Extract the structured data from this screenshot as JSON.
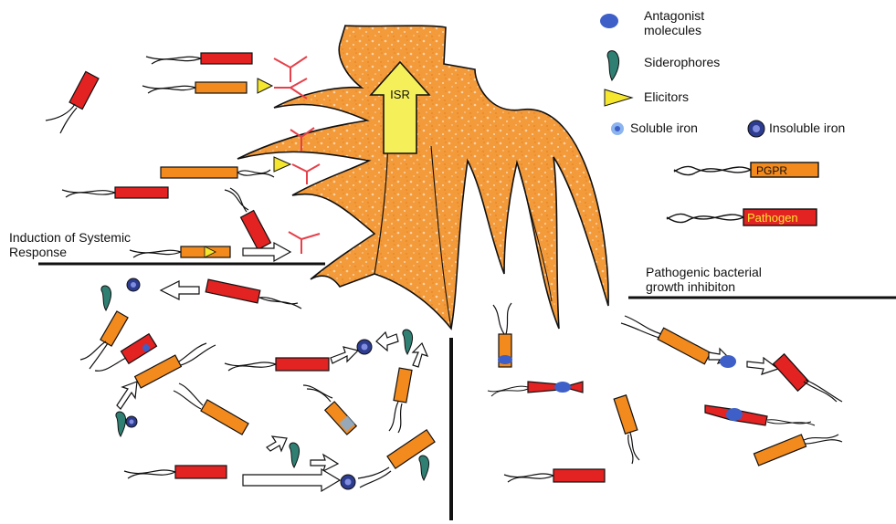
{
  "center_label": "ISR",
  "legend": {
    "antagonist": "Antagonist molecules",
    "siderophores": "Siderophores",
    "elicitors": "Elicitors",
    "soluble_iron": "Soluble iron",
    "insoluble_iron": "Insoluble iron",
    "pgpr": "PGPR",
    "pathogen": "Pathogen"
  },
  "sections": {
    "left": "Induction of Systemic Response",
    "right": "Pathogenic bacterial growth inhibiton"
  },
  "colors": {
    "root": "#f0922e",
    "pgpr": "#f28a1e",
    "pathogen": "#e32222",
    "arrow_fill": "#f5f05a",
    "elicitor": "#f5e62e",
    "antagonist": "#3d5fc7",
    "siderophore": "#2f7f73",
    "receptor": "#e6404a",
    "line": "#111111"
  }
}
